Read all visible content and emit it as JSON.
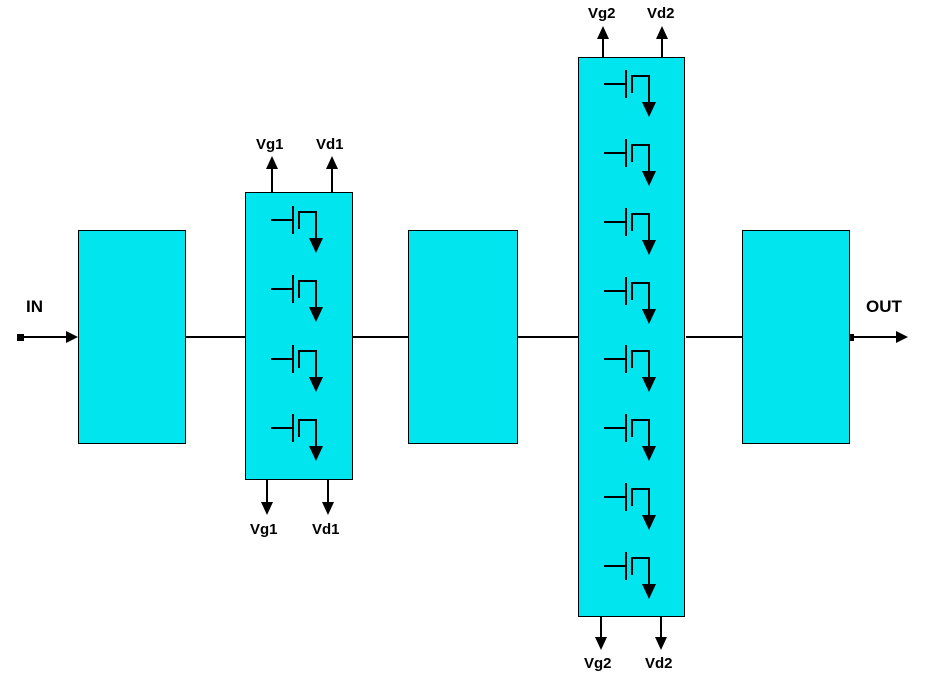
{
  "diagram": {
    "kind": "two-stage-amplifier-block-diagram"
  },
  "colors": {
    "block_fill": "#00e5ee",
    "block_border": "#000000",
    "line": "#000000",
    "bg": "#ffffff"
  },
  "labels": {
    "in": "IN",
    "out": "OUT"
  },
  "stage1": {
    "transistor_count": 4,
    "top": {
      "gate": "Vg1",
      "drain": "Vd1"
    },
    "bottom": {
      "gate": "Vg1",
      "drain": "Vd1"
    }
  },
  "stage2": {
    "transistor_count": 8,
    "top": {
      "gate": "Vg2",
      "drain": "Vd2"
    },
    "bottom": {
      "gate": "Vg2",
      "drain": "Vd2"
    }
  }
}
